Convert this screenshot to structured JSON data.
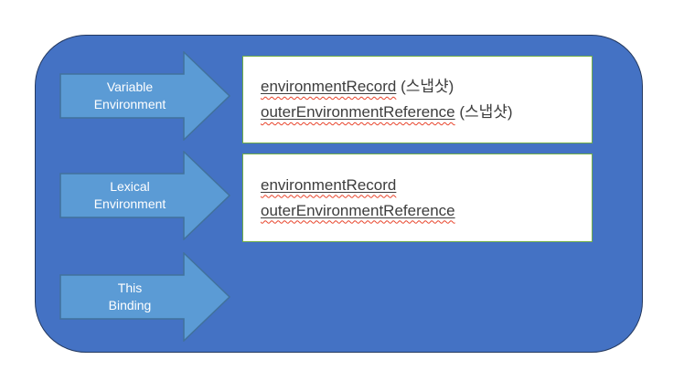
{
  "diagram": {
    "title": "execution-context-structure",
    "arrows": [
      {
        "line1": "Variable",
        "line2": "Environment"
      },
      {
        "line1": "Lexical",
        "line2": "Environment"
      },
      {
        "line1": "This",
        "line2": "Binding"
      }
    ],
    "boxes": [
      {
        "lines": [
          {
            "term": "environmentRecord",
            "suffix": " (스냅샷)"
          },
          {
            "term": "outerEnvironmentReference",
            "suffix": " (스냅샷)"
          }
        ]
      },
      {
        "lines": [
          {
            "term": "environmentRecord",
            "suffix": ""
          },
          {
            "term": "outerEnvironmentReference",
            "suffix": ""
          }
        ]
      }
    ],
    "colors": {
      "panel_fill": "#4472c4",
      "panel_border": "#24395f",
      "arrow_fill": "#5b9bd5",
      "arrow_border": "#41719c",
      "box_border": "#70ad47",
      "box_text": "#3d3d3d",
      "spellcheck_squiggle": "#e8432a",
      "arrow_label_text": "#ffffff"
    }
  }
}
